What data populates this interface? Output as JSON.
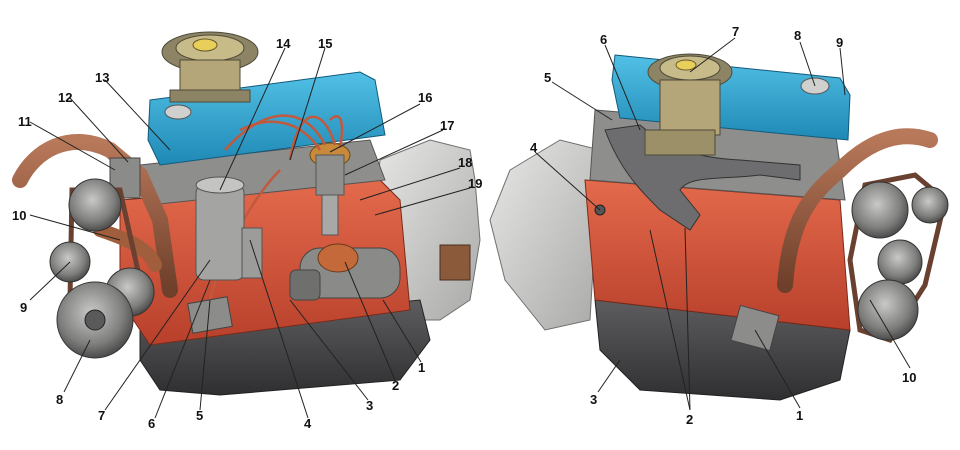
{
  "colors": {
    "cover": "#2aa3cf",
    "block": "#d9533a",
    "pan": "#4a4a4c",
    "metal": "#9a9a98",
    "housing": "#d6d6d4",
    "hose": "#9a5a3a",
    "wire": "#c0593e",
    "carb": "#b5a67a",
    "distributor": "#c88a3a",
    "label": "#111111"
  },
  "views": [
    {
      "id": "left-view",
      "callouts": [
        "1",
        "2",
        "3",
        "4",
        "5",
        "6",
        "7",
        "8",
        "9",
        "10",
        "11",
        "12",
        "13",
        "14",
        "15",
        "16",
        "17",
        "18",
        "19"
      ]
    },
    {
      "id": "right-view",
      "callouts": [
        "1",
        "2",
        "3",
        "4",
        "5",
        "6",
        "7",
        "8",
        "9",
        "10"
      ]
    }
  ]
}
